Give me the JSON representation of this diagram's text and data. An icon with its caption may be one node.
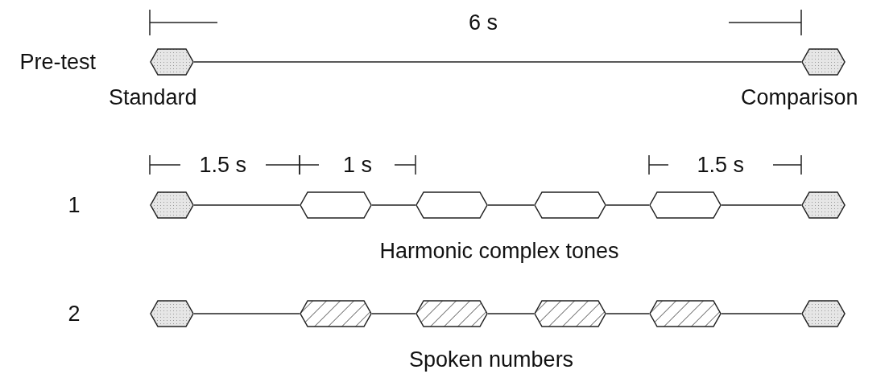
{
  "diagram": {
    "nodes": [
      {
        "text": [],
        "shape": "hexagon",
        "beside": [
          "Standard"
        ]
      },
      {
        "text": [],
        "shape": "hexagon",
        "beside": [
          "Comparison"
        ]
      },
      {
        "text": [],
        "shape": "hexagon"
      },
      {
        "text": [],
        "shape": "hexagon"
      },
      {
        "text": [],
        "shape": "hexagon"
      },
      {
        "text": [],
        "shape": "hexagon"
      },
      {
        "text": [],
        "shape": "hexagon"
      },
      {
        "text": [],
        "shape": "hexagon"
      },
      {
        "text": [],
        "shape": "hexagon"
      },
      {
        "text": [],
        "shape": "hexagon"
      },
      {
        "text": [],
        "shape": "hexagon"
      },
      {
        "text": [],
        "shape": "hexagon"
      },
      {
        "text": [],
        "shape": "hexagon"
      },
      {
        "text": [],
        "shape": "hexagon"
      }
    ],
    "edges": [
      {
        "from": 0,
        "to": 1,
        "arrow": "none"
      },
      {
        "from": 2,
        "to": 3,
        "arrow": "none"
      },
      {
        "from": 3,
        "to": 4,
        "arrow": "none"
      },
      {
        "from": 4,
        "to": 5,
        "arrow": "none"
      },
      {
        "from": 5,
        "to": 6,
        "arrow": "none"
      },
      {
        "from": 6,
        "to": 7,
        "arrow": "none"
      },
      {
        "from": 8,
        "to": 9,
        "arrow": "none"
      },
      {
        "from": 9,
        "to": 10,
        "arrow": "none"
      },
      {
        "from": 10,
        "to": 11,
        "arrow": "none"
      },
      {
        "from": 11,
        "to": 12,
        "arrow": "none"
      },
      {
        "from": 12,
        "to": 13,
        "arrow": "none"
      }
    ],
    "labels": [
      "6 s",
      "Pre-test",
      "1.5 s",
      "1 s",
      "1.5 s",
      "1",
      "Harmonic complex tones",
      "2",
      "Spoken numbers"
    ]
  }
}
